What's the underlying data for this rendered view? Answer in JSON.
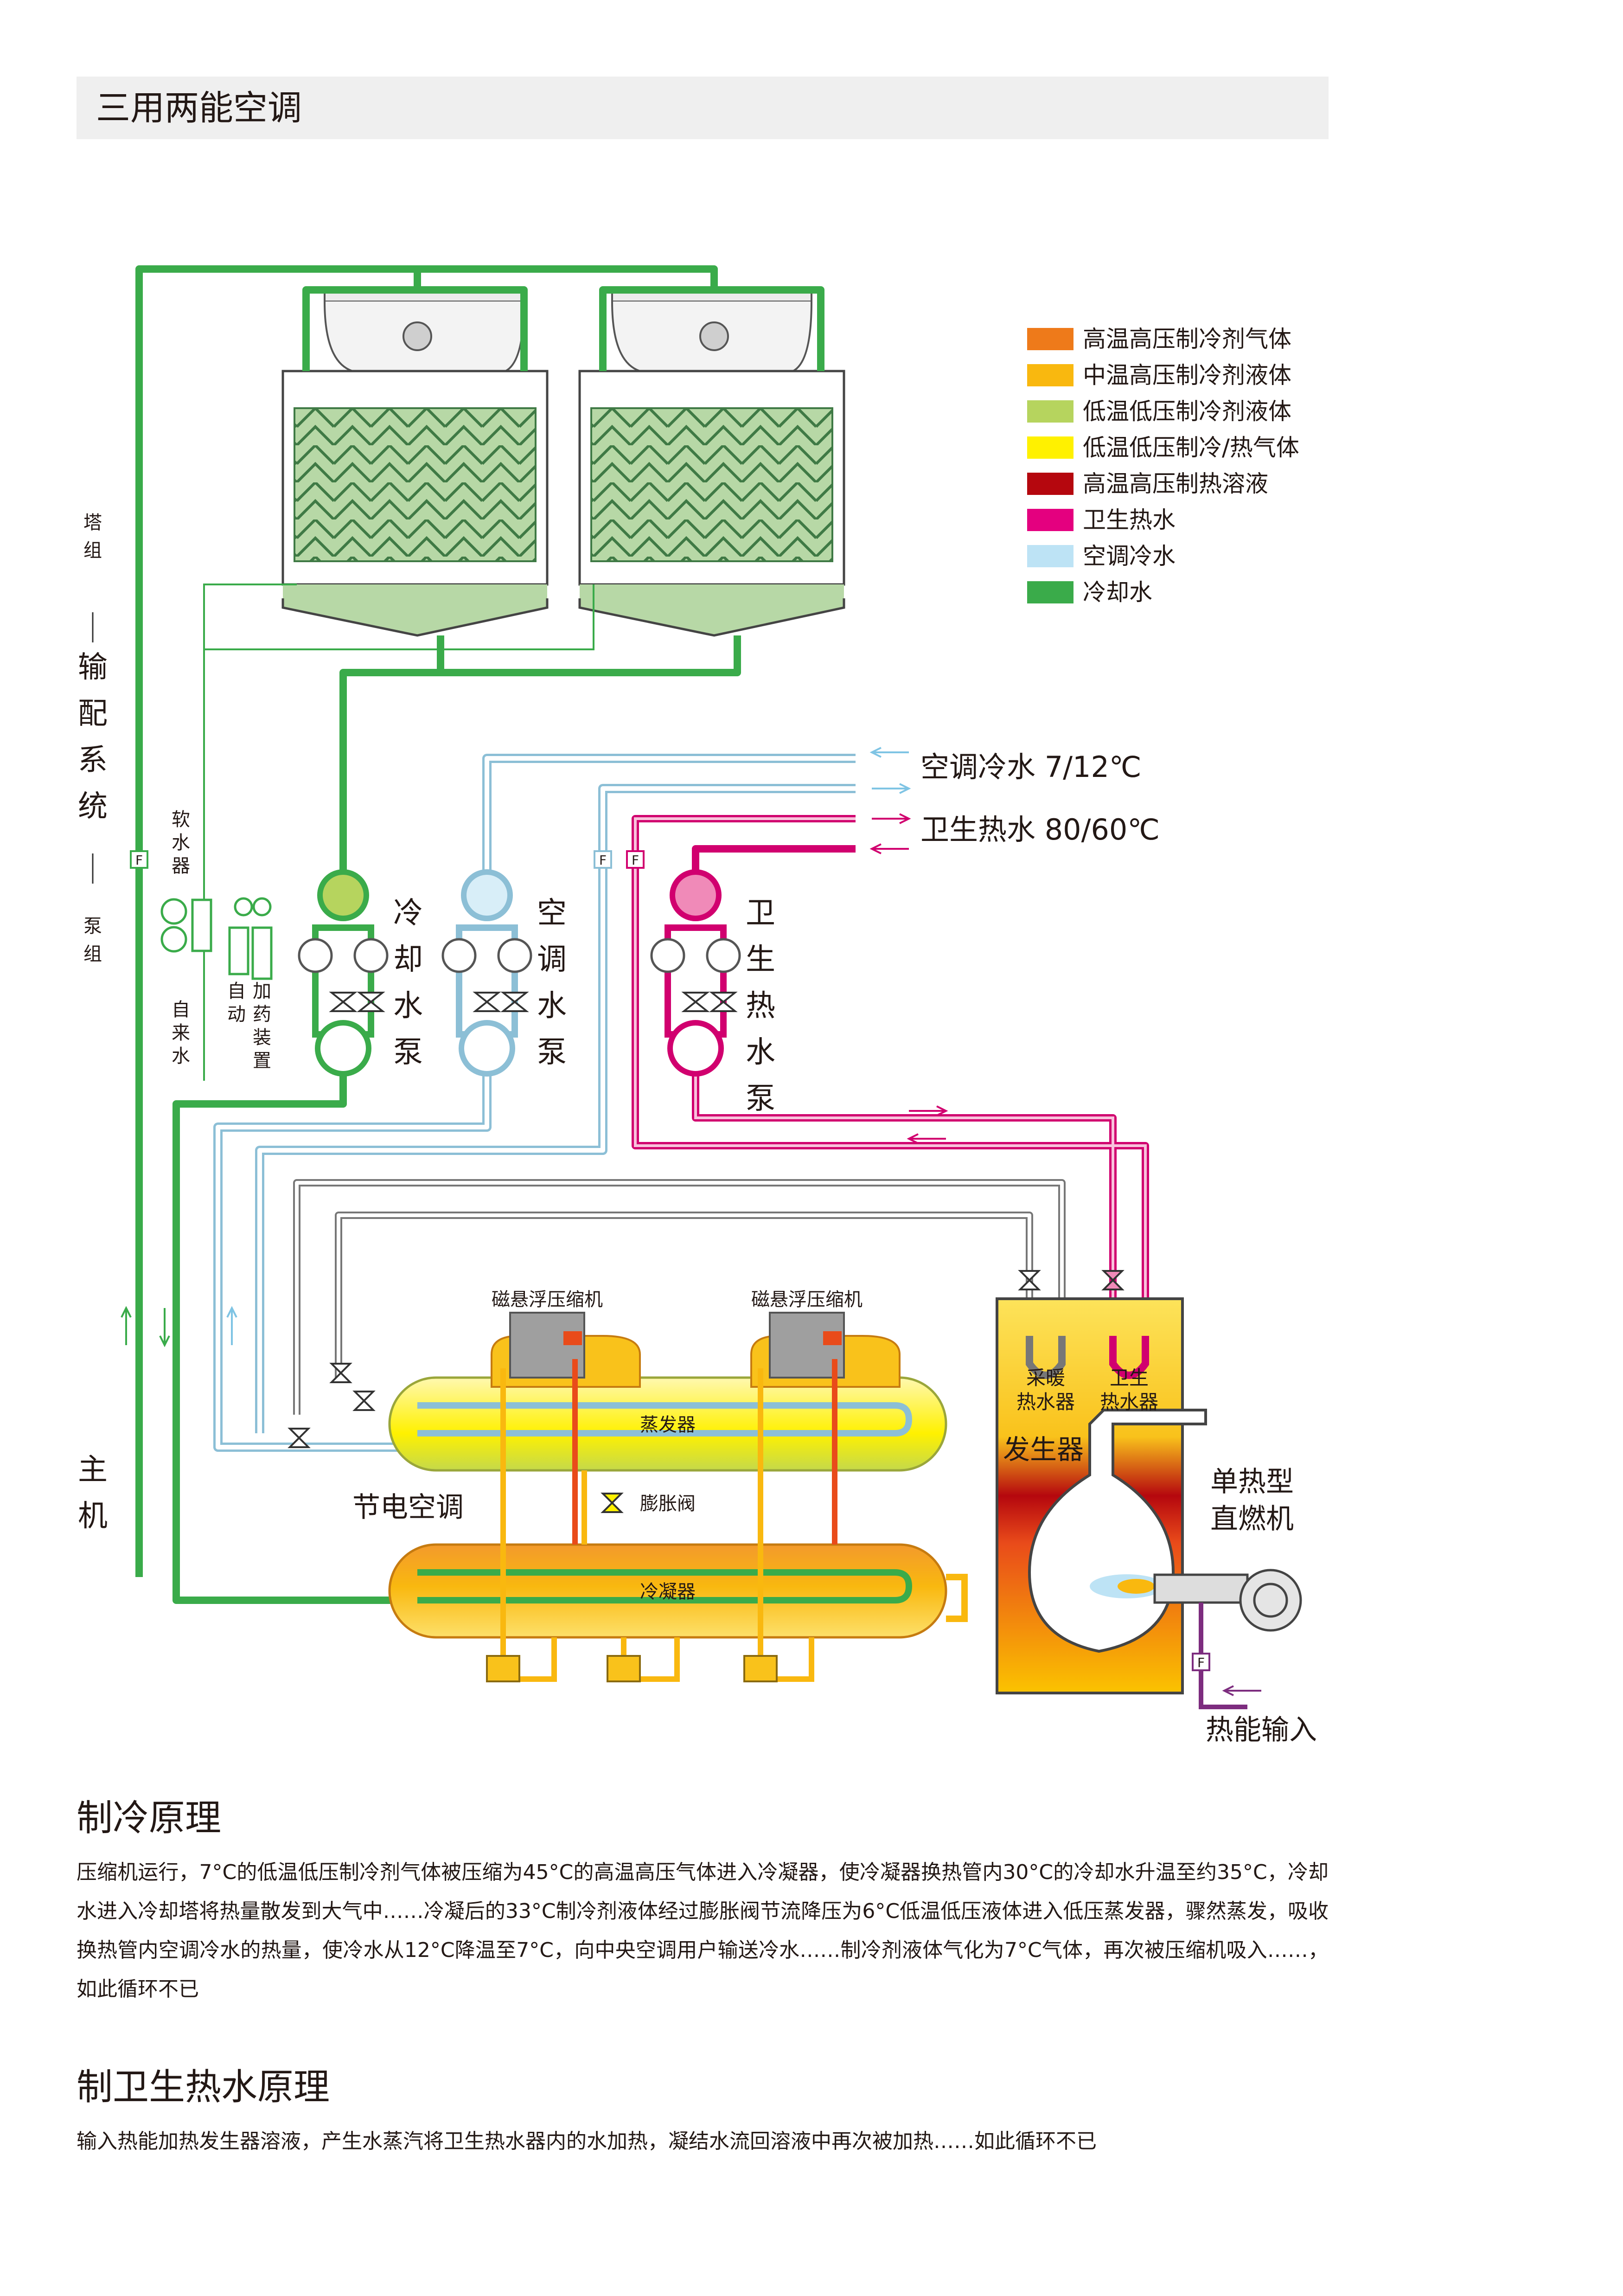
{
  "page_title": "三用两能空调",
  "legend": [
    {
      "label": "高温高压制冷剂气体",
      "color": "#ee7a1a"
    },
    {
      "label": "中温高压制冷剂液体",
      "color": "#f9b80f"
    },
    {
      "label": "低温低压制冷剂液体",
      "color": "#b6d45e"
    },
    {
      "label": "低温低压制冷/热气体",
      "color": "#fff100"
    },
    {
      "label": "高温高压制热溶液",
      "color": "#b5070e"
    },
    {
      "label": "卫生热水",
      "color": "#e4007f"
    },
    {
      "label": "空调冷水",
      "color": "#bde3f5"
    },
    {
      "label": "冷却水",
      "color": "#3aab4a"
    }
  ],
  "side_labels": {
    "tower_group": "塔组",
    "transport_system": "输配系统",
    "pump_group": "泵组",
    "main_unit": "主机"
  },
  "pumps": {
    "cooling": "冷却水泵",
    "ac": "空调水泵",
    "sanitary": "卫生热水泵"
  },
  "outlets": {
    "ac_water": "空调冷水 7/12℃",
    "sanitary_water": "卫生热水 80/60℃"
  },
  "components": {
    "softener": "软水器",
    "tap_water": "自来水",
    "auto": "自动",
    "dosing": "加药装置",
    "compressor_1": "磁悬浮压缩机",
    "compressor_2": "磁悬浮压缩机",
    "evaporator": "蒸发器",
    "condenser": "冷凝器",
    "expansion_valve": "膨胀阀",
    "energy_saving_ac": "节电空调",
    "heating_exchanger": "采暖热水器",
    "sanitary_exchanger": "卫生热水器",
    "generator": "发生器",
    "single_heat_burner": "单热型直燃机",
    "heat_input": "热能输入",
    "filter_mark": "F"
  },
  "sections": {
    "cooling_title": "制冷原理",
    "cooling_text": "压缩机运行，7°C的低温低压制冷剂气体被压缩为45°C的高温高压气体进入冷凝器，使冷凝器换热管内30°C的冷却水升温至约35°C，冷却水进入冷却塔将热量散发到大气中……冷凝后的33°C制冷剂液体经过膨胀阀节流降压为6°C低温低压液体进入低压蒸发器，骤然蒸发，吸收换热管内空调冷水的热量，使冷水从12°C降温至7°C，向中央空调用户输送冷水……制冷剂液体气化为7°C气体，再次被压缩机吸入……，如此循环不已",
    "hot_water_title": "制卫生热水原理",
    "hot_water_text": "输入热能加热发生器溶液，产生水蒸汽将卫生热水器内的水加热，凝结水流回溶液中再次被加热……如此循环不已"
  }
}
